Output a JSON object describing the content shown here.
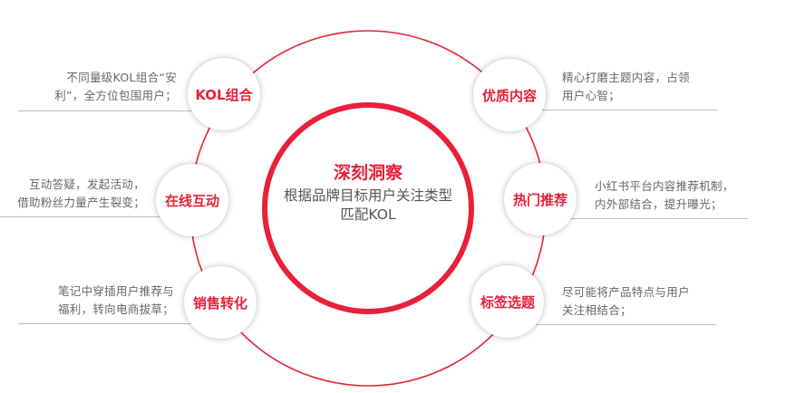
{
  "center": {
    "title": "深刻洞察",
    "line1": "根据品牌目标用户关注类型",
    "line2": "匹配KOL"
  },
  "colors": {
    "accent": "#e8203a",
    "text": "#666666",
    "line": "#bdbdbd"
  },
  "nodes": {
    "kol": {
      "label": "KOL组合",
      "desc1": "不同量级KOL组合“安",
      "desc2": "利”，全方位包围用户；"
    },
    "interact": {
      "label": "在线互动",
      "desc1": "互动答疑，发起活动，",
      "desc2": "借助粉丝力量产生裂变；"
    },
    "sales": {
      "label": "销售转化",
      "desc1": "笔记中穿插用户推荐与",
      "desc2": "福利，转向电商拔草；"
    },
    "content": {
      "label": "优质内容",
      "desc1": "精心打磨主题内容，占领",
      "desc2": "用户心智；"
    },
    "hot": {
      "label": "热门推荐",
      "desc1": "小红书平台内容推荐机制，",
      "desc2": "内外部结合，提升曝光；"
    },
    "tag": {
      "label": "标签选题",
      "desc1": "尽可能将产品特点与用户",
      "desc2": "关注相结合；"
    }
  }
}
